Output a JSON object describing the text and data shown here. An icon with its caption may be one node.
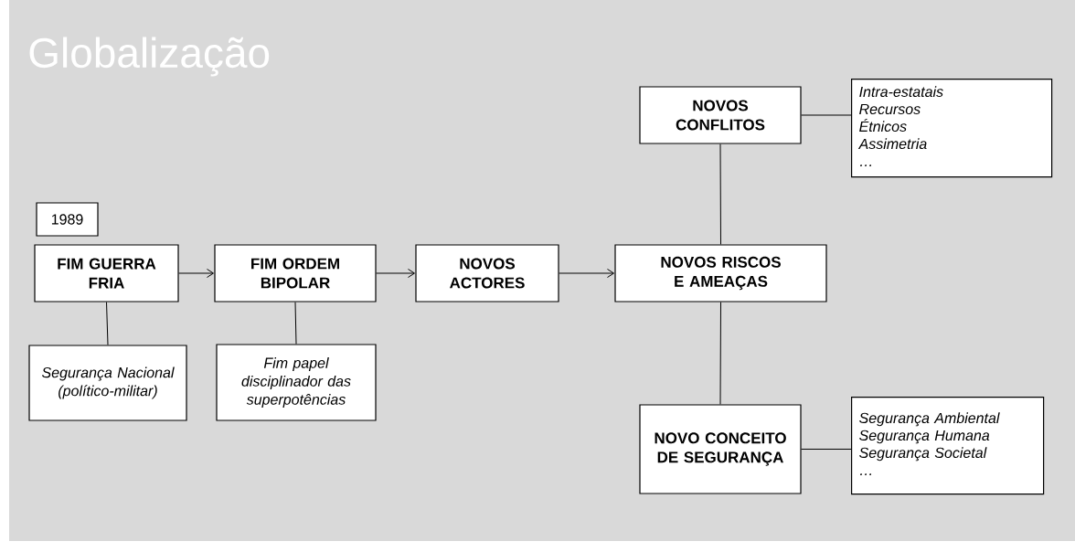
{
  "diagram": {
    "title": "Globalização",
    "nodes": [
      {
        "text": [
          "NOVOS CONFLITOS"
        ]
      },
      {
        "text": [
          "Intra-estatais",
          "Recursos",
          "Étnicos",
          "Assimetria",
          "…"
        ]
      },
      {
        "text": [
          "1989"
        ]
      },
      {
        "text": [
          "FIM GUERRA FRIA"
        ]
      },
      {
        "text": [
          "FIM ORDEM BIPOLAR"
        ]
      },
      {
        "text": [
          "NOVOS ACTORES"
        ]
      },
      {
        "text": [
          "NOVOS RISCOS E AMEAÇAS"
        ]
      },
      {
        "text": [
          "Segurança Nacional (político-militar)"
        ]
      },
      {
        "text": [
          "Fim papel disciplinador das superpotências"
        ]
      },
      {
        "text": [
          "NOVO CONCEITO DE SEGURANÇA"
        ]
      },
      {
        "text": [
          "Segurança Ambiental",
          "Segurança Humana",
          "Segurança Societal",
          "…"
        ]
      }
    ],
    "edges": [
      {
        "from": 3,
        "to": 4,
        "arrow": "to"
      },
      {
        "from": 4,
        "to": 5,
        "arrow": "to"
      },
      {
        "from": 5,
        "to": 6,
        "arrow": "to"
      },
      {
        "from": 3,
        "to": 7,
        "arrow": "none"
      },
      {
        "from": 4,
        "to": 8,
        "arrow": "none"
      },
      {
        "from": 6,
        "to": 0,
        "arrow": "none"
      },
      {
        "from": 6,
        "to": 9,
        "arrow": "none"
      },
      {
        "from": 0,
        "to": 1,
        "arrow": "none"
      },
      {
        "from": 9,
        "to": 10,
        "arrow": "none"
      }
    ]
  }
}
